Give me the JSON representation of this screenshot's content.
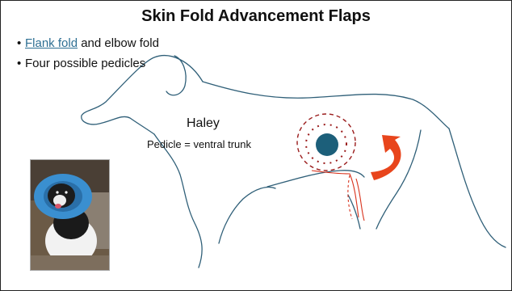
{
  "slide": {
    "title": "Skin Fold Advancement Flaps",
    "bullets": [
      {
        "link_text": "Flank fold",
        "rest_text": " and elbow fold",
        "is_link": true
      },
      {
        "text": "Four possible pedicles",
        "is_link": false
      }
    ],
    "patient_name": "Haley",
    "pedicle_label": "Pedicle = ventral trunk"
  },
  "colors": {
    "dog_outline": "#2f5f78",
    "defect_fill": "#1c5f7a",
    "dashed_circle": "#9a1b1b",
    "arrow": "#e8451c",
    "link": "#2e6f93",
    "cone": "#3a8fd0"
  }
}
